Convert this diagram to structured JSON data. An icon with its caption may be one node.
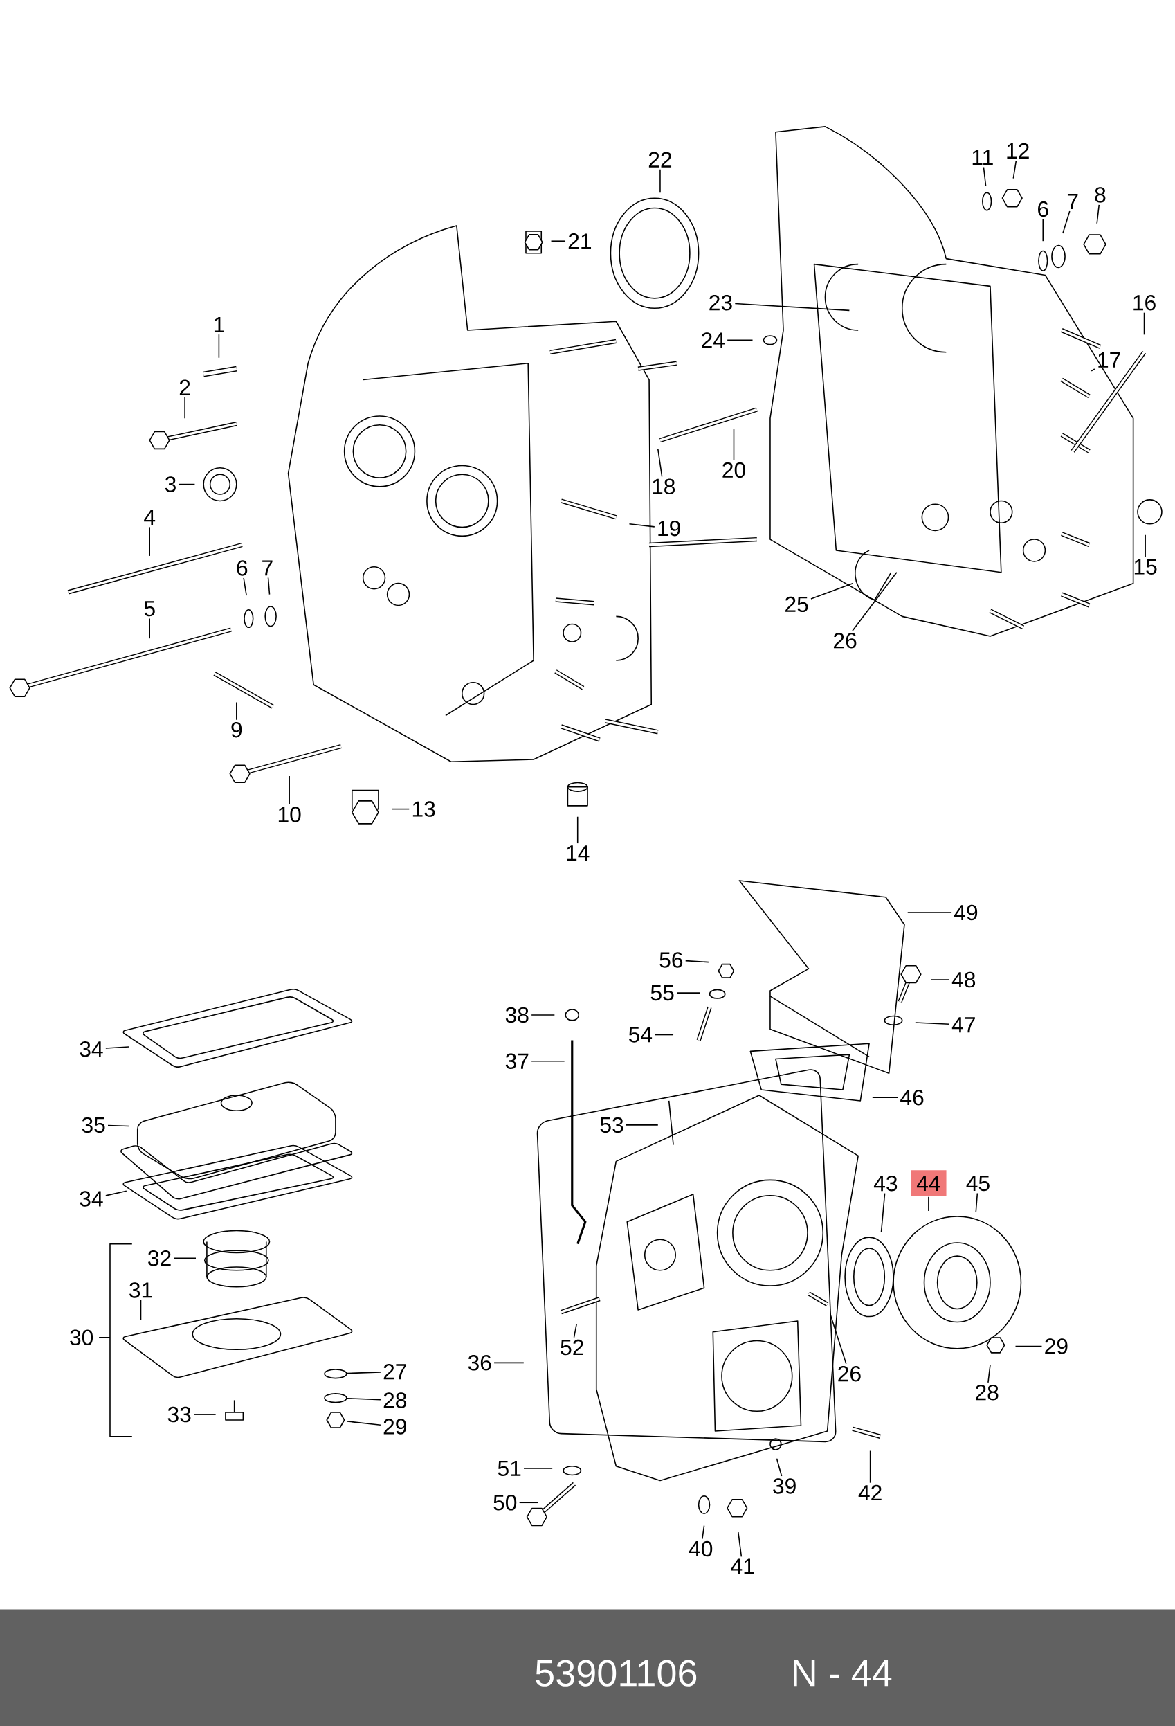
{
  "diagram": {
    "nodes": [
      {
        "text": [
          "1"
        ]
      },
      {
        "text": [
          "2"
        ]
      },
      {
        "text": [
          "3"
        ]
      },
      {
        "text": [
          "4"
        ]
      },
      {
        "text": [
          "5"
        ]
      },
      {
        "text": [
          "6"
        ]
      },
      {
        "text": [
          "7"
        ]
      },
      {
        "text": [
          "9"
        ]
      },
      {
        "text": [
          "10"
        ]
      },
      {
        "text": [
          "13"
        ]
      },
      {
        "text": [
          "14"
        ]
      },
      {
        "text": [
          "22"
        ]
      },
      {
        "text": [
          "21"
        ]
      },
      {
        "text": [
          "18"
        ]
      },
      {
        "text": [
          "19"
        ]
      },
      {
        "text": [
          "20"
        ]
      },
      {
        "text": [
          "23"
        ]
      },
      {
        "text": [
          "24"
        ]
      },
      {
        "text": [
          "25"
        ]
      },
      {
        "text": [
          "26"
        ]
      },
      {
        "text": [
          "11"
        ]
      },
      {
        "text": [
          "12"
        ]
      },
      {
        "text": [
          "6"
        ]
      },
      {
        "text": [
          "7"
        ]
      },
      {
        "text": [
          "8"
        ]
      },
      {
        "text": [
          "16"
        ]
      },
      {
        "text": [
          "17"
        ]
      },
      {
        "text": [
          "15"
        ]
      },
      {
        "text": [
          "49"
        ]
      },
      {
        "text": [
          "56"
        ]
      },
      {
        "text": [
          "55"
        ]
      },
      {
        "text": [
          "54"
        ]
      },
      {
        "text": [
          "48"
        ]
      },
      {
        "text": [
          "47"
        ]
      },
      {
        "text": [
          "38"
        ]
      },
      {
        "text": [
          "37"
        ]
      },
      {
        "text": [
          "46"
        ]
      },
      {
        "text": [
          "53"
        ]
      },
      {
        "text": [
          "43"
        ]
      },
      {
        "text": [
          "44"
        ]
      },
      {
        "text": [
          "45"
        ]
      },
      {
        "text": [
          "29"
        ]
      },
      {
        "text": [
          "28"
        ]
      },
      {
        "text": [
          "26"
        ]
      },
      {
        "text": [
          "36"
        ]
      },
      {
        "text": [
          "52"
        ]
      },
      {
        "text": [
          "51"
        ]
      },
      {
        "text": [
          "50"
        ]
      },
      {
        "text": [
          "39"
        ]
      },
      {
        "text": [
          "42"
        ]
      },
      {
        "text": [
          "40"
        ]
      },
      {
        "text": [
          "41"
        ]
      },
      {
        "text": [
          "34"
        ]
      },
      {
        "text": [
          "35"
        ]
      },
      {
        "text": [
          "34"
        ]
      },
      {
        "text": [
          "32"
        ]
      },
      {
        "text": [
          "31"
        ]
      },
      {
        "text": [
          "27"
        ]
      },
      {
        "text": [
          "28"
        ]
      },
      {
        "text": [
          "29"
        ]
      },
      {
        "text": [
          "33"
        ]
      },
      {
        "text": [],
        "shape": "circle"
      },
      {
        "text": [],
        "shape": "circle"
      },
      {
        "text": [],
        "shape": "circle"
      }
    ],
    "edges": [
      {
        "from": 0,
        "to": null,
        "arrow": "none"
      },
      {
        "from": 1,
        "to": null,
        "arrow": "none"
      },
      {
        "from": 2,
        "to": null,
        "arrow": "none"
      },
      {
        "from": 3,
        "to": null,
        "arrow": "none"
      },
      {
        "from": 4,
        "to": null,
        "arrow": "none"
      },
      {
        "from": 5,
        "to": null,
        "arrow": "none"
      },
      {
        "from": 6,
        "to": null,
        "arrow": "none"
      },
      {
        "from": 7,
        "to": null,
        "arrow": "none"
      },
      {
        "from": 8,
        "to": null,
        "arrow": "none"
      },
      {
        "from": 9,
        "to": null,
        "arrow": "none"
      },
      {
        "from": 10,
        "to": null,
        "arrow": "none"
      },
      {
        "from": 11,
        "to": null,
        "arrow": "none"
      },
      {
        "from": 12,
        "to": null,
        "arrow": "none"
      },
      {
        "from": 13,
        "to": null,
        "arrow": "none"
      },
      {
        "from": 14,
        "to": null,
        "arrow": "none"
      },
      {
        "from": 15,
        "to": null,
        "arrow": "none"
      },
      {
        "from": 16,
        "to": null,
        "arrow": "none"
      },
      {
        "from": 17,
        "to": null,
        "arrow": "none"
      },
      {
        "from": 18,
        "to": null,
        "arrow": "none"
      },
      {
        "from": 19,
        "to": null,
        "arrow": "none"
      },
      {
        "from": 20,
        "to": null,
        "arrow": "none"
      },
      {
        "from": 21,
        "to": null,
        "arrow": "none"
      },
      {
        "from": 22,
        "to": null,
        "arrow": "none"
      },
      {
        "from": 23,
        "to": null,
        "arrow": "none"
      },
      {
        "from": 24,
        "to": null,
        "arrow": "none"
      },
      {
        "from": 25,
        "to": null,
        "arrow": "none"
      },
      {
        "from": 26,
        "to": null,
        "arrow": "none"
      },
      {
        "from": 27,
        "to": null,
        "arrow": "none"
      },
      {
        "from": 28,
        "to": null,
        "arrow": "none"
      },
      {
        "from": 29,
        "to": null,
        "arrow": "none"
      },
      {
        "from": 30,
        "to": null,
        "arrow": "none"
      },
      {
        "from": 31,
        "to": null,
        "arrow": "none"
      },
      {
        "from": 32,
        "to": null,
        "arrow": "none"
      },
      {
        "from": 33,
        "to": null,
        "arrow": "none"
      },
      {
        "from": 34,
        "to": null,
        "arrow": "none"
      },
      {
        "from": 35,
        "to": null,
        "arrow": "none"
      },
      {
        "from": 36,
        "to": null,
        "arrow": "none"
      },
      {
        "from": 37,
        "to": null,
        "arrow": "none"
      },
      {
        "from": 38,
        "to": null,
        "arrow": "none"
      },
      {
        "from": 39,
        "to": null,
        "arrow": "none"
      },
      {
        "from": 40,
        "to": null,
        "arrow": "none"
      },
      {
        "from": 41,
        "to": null,
        "arrow": "none"
      },
      {
        "from": 42,
        "to": null,
        "arrow": "none"
      },
      {
        "from": 43,
        "to": null,
        "arrow": "none"
      },
      {
        "from": 44,
        "to": null,
        "arrow": "none"
      },
      {
        "from": 45,
        "to": null,
        "arrow": "none"
      },
      {
        "from": 46,
        "to": null,
        "arrow": "none"
      },
      {
        "from": 47,
        "to": null,
        "arrow": "none"
      },
      {
        "from": 48,
        "to": null,
        "arrow": "none"
      },
      {
        "from": 49,
        "to": null,
        "arrow": "none"
      },
      {
        "from": 50,
        "to": null,
        "arrow": "none"
      },
      {
        "from": 51,
        "to": null,
        "arrow": "none"
      },
      {
        "from": 52,
        "to": null,
        "arrow": "none"
      },
      {
        "from": 53,
        "to": null,
        "arrow": "none"
      },
      {
        "from": 54,
        "to": null,
        "arrow": "none"
      },
      {
        "from": 55,
        "to": null,
        "arrow": "none"
      },
      {
        "from": 56,
        "to": null,
        "arrow": "none"
      },
      {
        "from": 57,
        "to": 61,
        "arrow": "none"
      },
      {
        "from": 58,
        "to": 62,
        "arrow": "none"
      },
      {
        "from": 59,
        "to": 63,
        "arrow": "none"
      },
      {
        "from": 60,
        "to": null,
        "arrow": "none"
      }
    ],
    "labels": [
      "30",
      "53901106",
      "N - 44"
    ]
  }
}
